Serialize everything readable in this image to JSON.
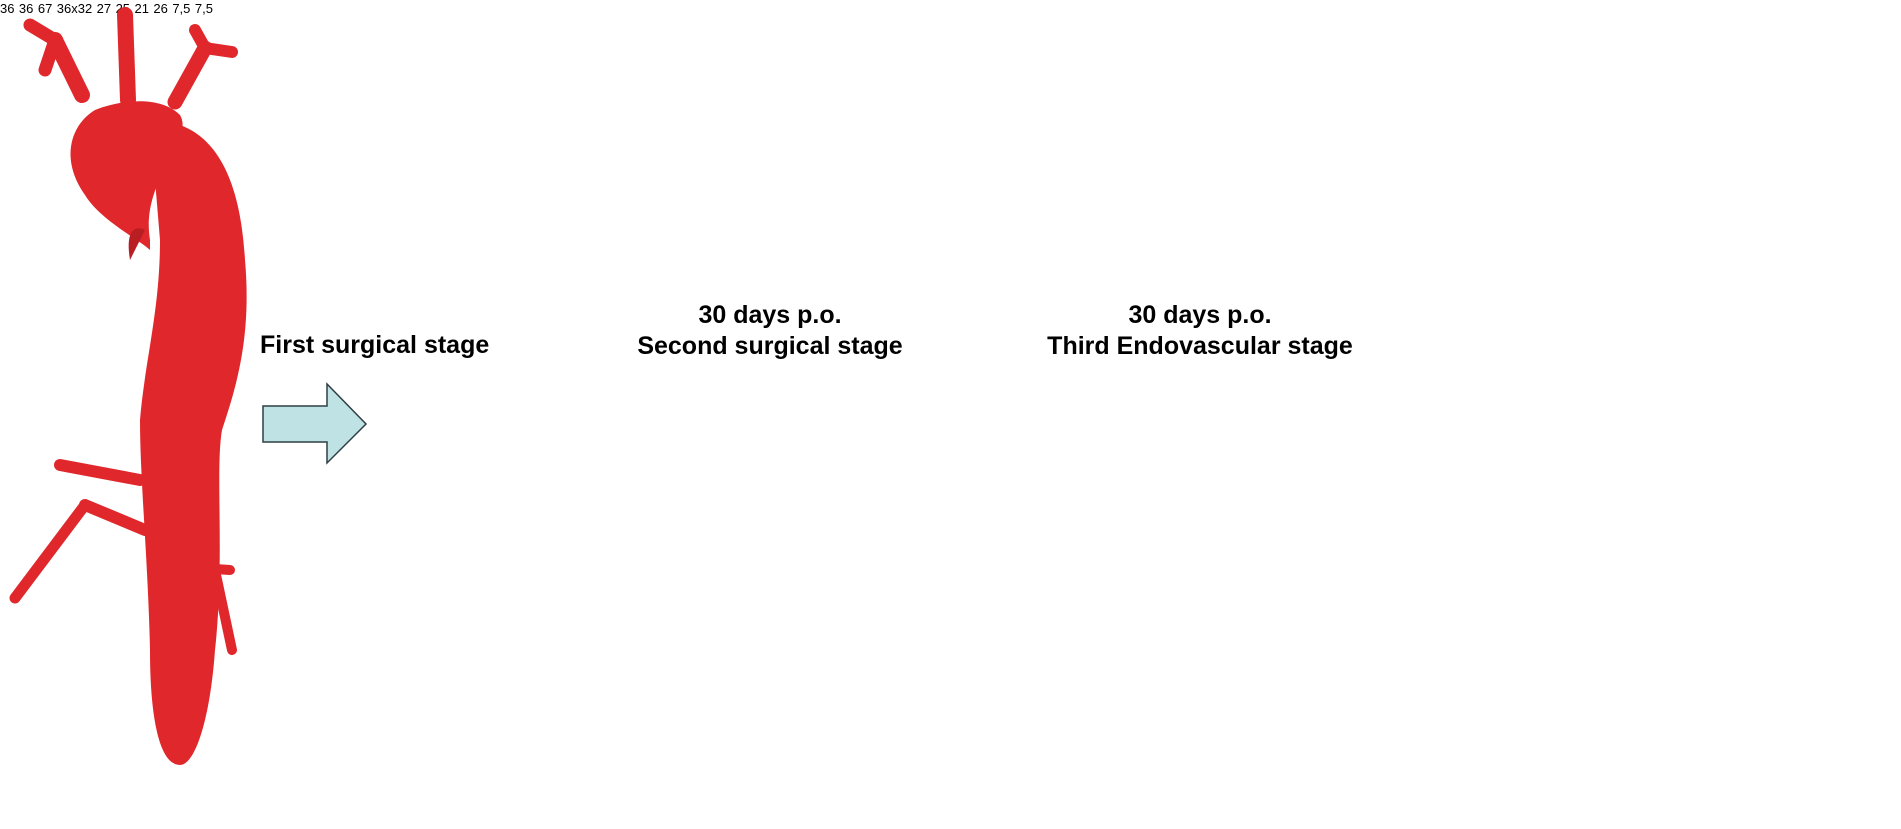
{
  "stages": [
    {
      "line1": "",
      "line2": "First surgical stage"
    },
    {
      "line1": "30 days p.o.",
      "line2": "Second surgical stage"
    },
    {
      "line1": "30 days p.o.",
      "line2": "Third Endovascular stage"
    }
  ],
  "measurements": {
    "m1": "36",
    "m2": "36",
    "m3": "67",
    "m4": "36x32",
    "m5": "27",
    "m6": "25",
    "m7": "21",
    "m8": "26",
    "m9": "7,5",
    "m10": "7,5"
  },
  "colors": {
    "aorta": "#e0282c",
    "graft": "#d8d8d8",
    "arrow_fill": "#bfe3e4",
    "arrow_stroke": "#2f3f44",
    "annotation_arrow": "#e8231f",
    "measure_line": "#1c2ac8"
  }
}
